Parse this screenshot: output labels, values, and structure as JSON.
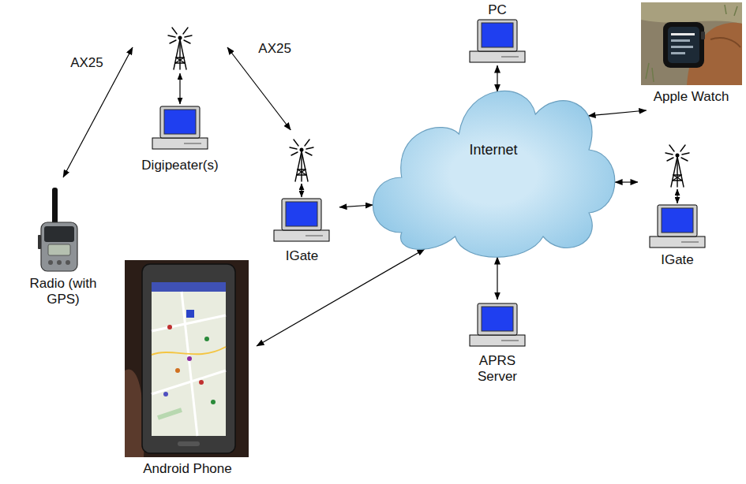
{
  "diagram": {
    "nodes": [
      {
        "text": [
          "Radio (with GPS)"
        ]
      },
      {
        "text": [
          "Digipeater(s)"
        ]
      },
      {
        "text": [
          "IGate"
        ]
      },
      {
        "text": [
          "Internet"
        ]
      },
      {
        "text": [
          "PC"
        ]
      },
      {
        "text": [
          "Apple Watch"
        ]
      },
      {
        "text": [
          "IGate"
        ]
      },
      {
        "text": [
          "APRS Server"
        ]
      },
      {
        "text": [
          "Android Phone"
        ]
      }
    ],
    "edges": [
      {
        "from": 0,
        "to": 1,
        "arrow": "both",
        "label": "AX25"
      },
      {
        "from": 1,
        "to": 2,
        "arrow": "both",
        "label": "AX25"
      },
      {
        "from": 2,
        "to": 3,
        "arrow": "both"
      },
      {
        "from": 4,
        "to": 3,
        "arrow": "both"
      },
      {
        "from": 5,
        "to": 3,
        "arrow": "both"
      },
      {
        "from": 3,
        "to": 6,
        "arrow": "both"
      },
      {
        "from": 3,
        "to": 7,
        "arrow": "both"
      },
      {
        "from": 8,
        "to": 3,
        "arrow": "both"
      }
    ]
  }
}
